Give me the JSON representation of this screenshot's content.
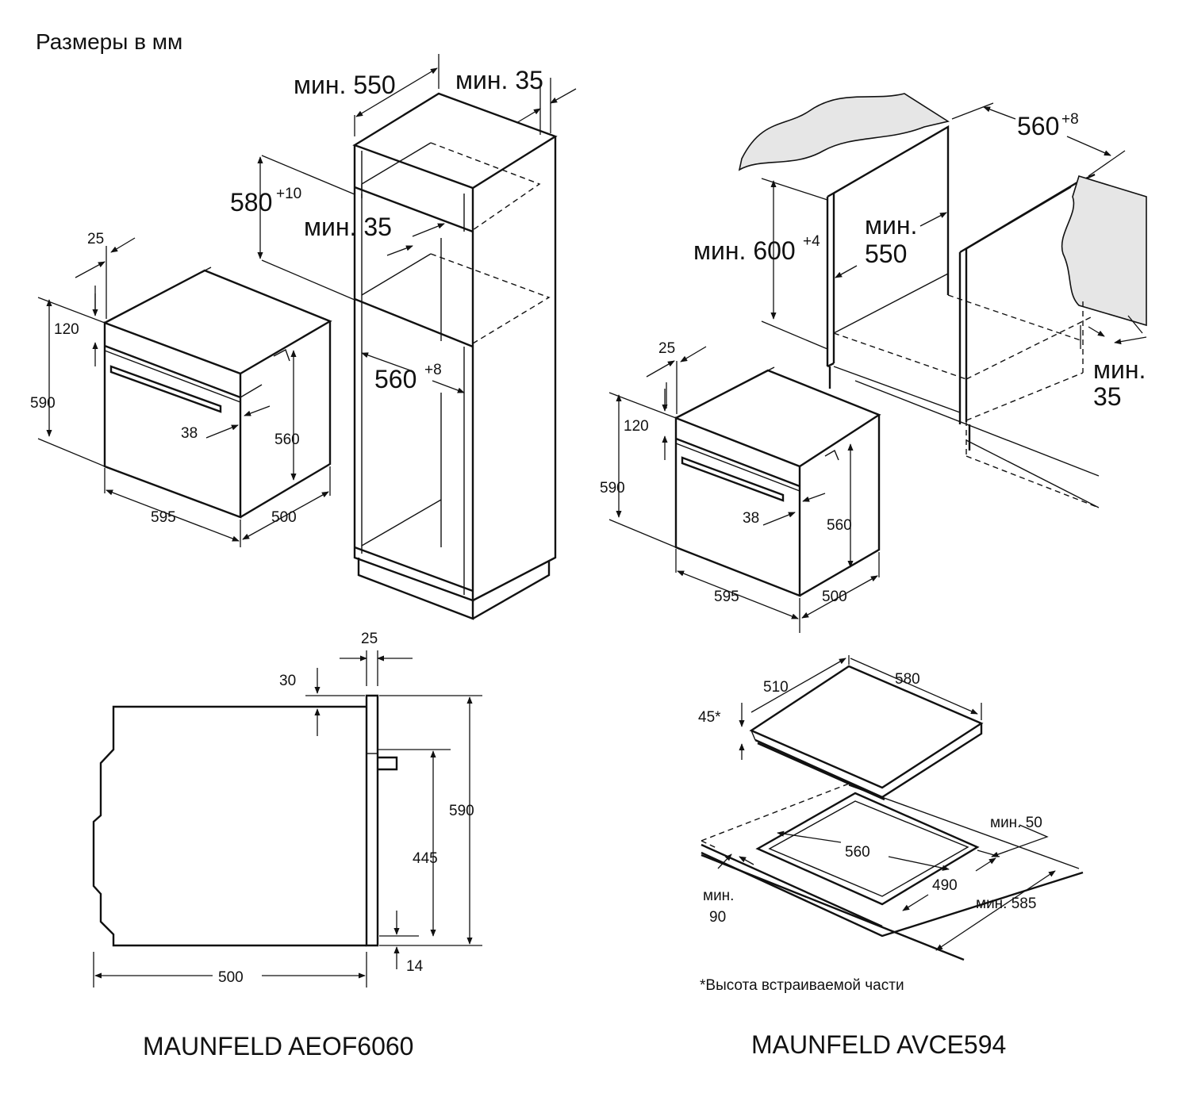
{
  "heading": "Размеры в мм",
  "oven_install": {
    "niche_depth": "мин. 550",
    "rear_gap": "мин. 35",
    "niche_height": "580",
    "niche_height_tol": "+10",
    "vent_gap": "мин. 35",
    "niche_width": "560",
    "niche_width_tol": "+8",
    "oven": {
      "top_offset": "25",
      "panel": "120",
      "height": "590",
      "door": "38",
      "inner_height": "560",
      "width": "595",
      "depth": "500"
    }
  },
  "undercounter_install": {
    "niche_width": "560",
    "niche_width_tol": "+8",
    "niche_height": "мин. 600",
    "niche_height_tol": "+4",
    "niche_depth_label": "мин.",
    "niche_depth_value": "550",
    "rear_gap_label": "мин.",
    "rear_gap_value": "35",
    "oven": {
      "top_offset": "25",
      "panel": "120",
      "height": "590",
      "door": "38",
      "inner_height": "560",
      "width": "595",
      "depth": "500"
    }
  },
  "side_view": {
    "front": "25",
    "top": "30",
    "height": "590",
    "handle_height": "445",
    "bottom": "14",
    "depth": "500"
  },
  "hob": {
    "depth": "510",
    "width": "580",
    "height": "45*",
    "cutout_width": "560",
    "cutout_depth": "490",
    "front_gap_label": "мин.",
    "front_gap_value": "90",
    "rear_gap": "мин. 50",
    "counter_depth": "мин. 585",
    "footnote": "*Высота встраиваемой части"
  },
  "model_oven": "MAUNFELD AEOF6060",
  "model_hob": "MAUNFELD AVCE594"
}
